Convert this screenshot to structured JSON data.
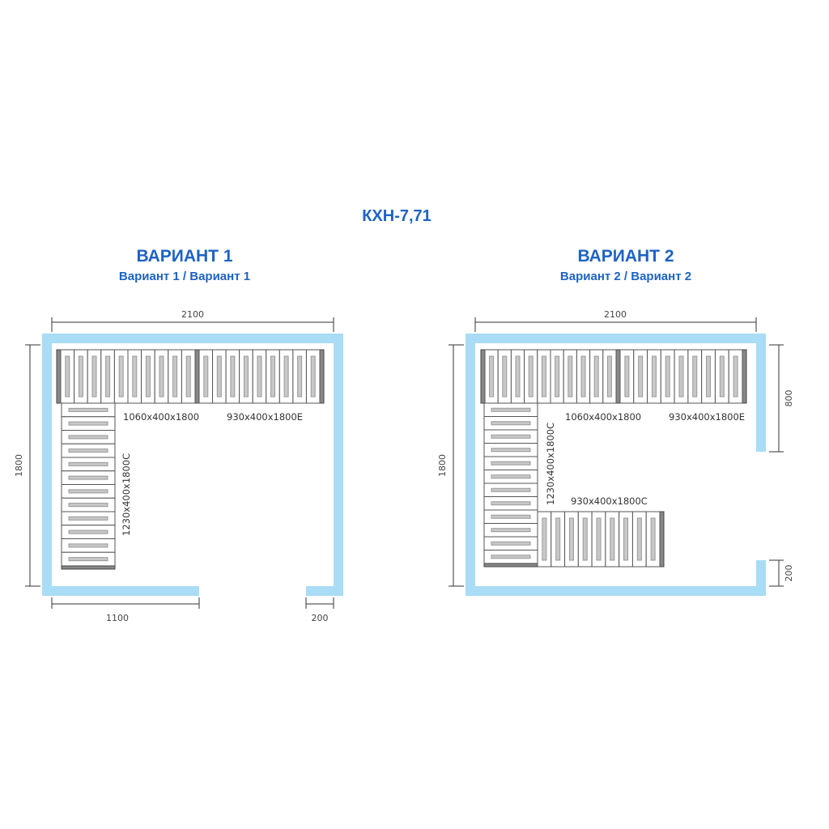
{
  "title": "КХН-7,71",
  "colors": {
    "wall": "#a9dcf5",
    "heading": "#1e63c4"
  },
  "variant1": {
    "heading": "ВАРИАНТ 1",
    "subheading": "Вариант 1 / Вариант 1",
    "dims": {
      "width": "2100",
      "depth": "1800",
      "left_wall": "1100",
      "right_wall": "200"
    },
    "shelves": {
      "top_left": "1060x400x1800",
      "top_right": "930x400x1800E",
      "left": "1230x400x1800C"
    }
  },
  "variant2": {
    "heading": "ВАРИАНТ 2",
    "subheading": "Вариант 2 / Вариант 2",
    "dims": {
      "width": "2100",
      "depth": "1800",
      "upper_wall": "800",
      "lower_wall": "200"
    },
    "shelves": {
      "top_left": "1060x400x1800",
      "top_right": "930x400x1800E",
      "left": "1230x400x1800C",
      "bottom": "930x400x1800C"
    }
  }
}
